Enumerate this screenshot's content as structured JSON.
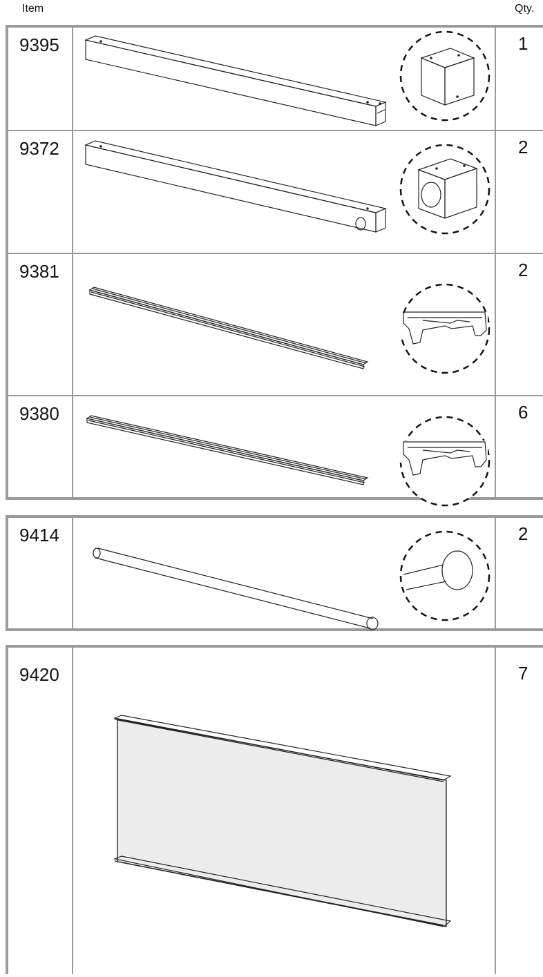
{
  "header": {
    "item_label": "Item",
    "qty_label": "Qty."
  },
  "items": [
    {
      "id": "9395",
      "qty": "1"
    },
    {
      "id": "9372",
      "qty": "2"
    },
    {
      "id": "9381",
      "qty": "2"
    },
    {
      "id": "9380",
      "qty": "6"
    },
    {
      "id": "9414",
      "qty": "2"
    },
    {
      "id": "9420",
      "qty": "7"
    }
  ]
}
